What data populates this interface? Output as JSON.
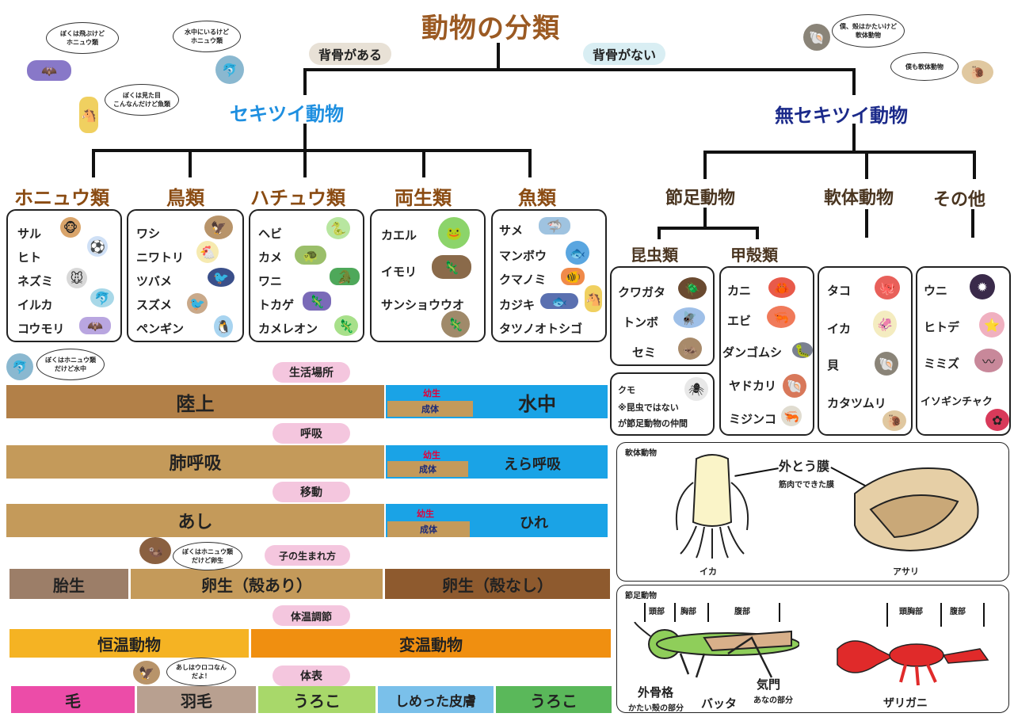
{
  "title": "動物の分類",
  "spine": {
    "label": "背骨がある",
    "no_label": "背骨がない"
  },
  "vertebrates": "セキツイ動物",
  "invertebrates": "無セキツイ動物",
  "bubbles": {
    "bat": "ぼくは飛ぶけど\nホニュウ類",
    "dolphin": "水中にいるけど\nホニュウ類",
    "seahorse": "ぼくは見た目\nこんなんだけど魚類",
    "shell": "僕、殻はかたいけど\n軟体動物",
    "snail": "僕も軟体動物",
    "dolphin2": "ぼくはホニュウ類\nだけど水中",
    "platypus": "ぼくはホニュウ類\nだけど卵生",
    "eagle": "あしはウロコなん\nだよ！"
  },
  "classes": [
    {
      "name": "ホニュウ類",
      "items": [
        "サル",
        "ヒト",
        "ネズミ",
        "イルカ",
        "コウモリ"
      ]
    },
    {
      "name": "鳥類",
      "items": [
        "ワシ",
        "ニワトリ",
        "ツバメ",
        "スズメ",
        "ペンギン"
      ]
    },
    {
      "name": "ハチュウ類",
      "items": [
        "ヘビ",
        "カメ",
        "ワニ",
        "トカゲ",
        "カメレオン"
      ]
    },
    {
      "name": "両生類",
      "items": [
        "カエル",
        "イモリ",
        "サンショウウオ"
      ]
    },
    {
      "name": "魚類",
      "items": [
        "サメ",
        "マンボウ",
        "クマノミ",
        "カジキ",
        "タツノオトシゴ"
      ]
    }
  ],
  "inv_groups": {
    "arthropod": "節足動物",
    "mollusk": "軟体動物",
    "other": "その他",
    "insect": "昆虫類",
    "crustacean": "甲殻類"
  },
  "insects": [
    "クワガタ",
    "トンボ",
    "セミ"
  ],
  "spider": {
    "name": "クモ",
    "note1": "※昆虫ではない",
    "note2": "が節足動物の仲間"
  },
  "crustaceans": [
    "カニ",
    "エビ",
    "ダンゴムシ",
    "ヤドカリ",
    "ミジンコ"
  ],
  "mollusks": [
    "タコ",
    "イカ",
    "貝",
    "カタツムリ"
  ],
  "others": [
    "ウニ",
    "ヒトデ",
    "ミミズ",
    "イソギンチャク"
  ],
  "mollusk_panel": {
    "label": "軟体動物",
    "mantle": "外とう膜",
    "mantle_note": "筋肉でできた膜",
    "squid": "イカ",
    "clam": "アサリ"
  },
  "arthropod_panel": {
    "label": "節足動物",
    "head": "頭部",
    "thorax": "胸部",
    "abdomen": "腹部",
    "cephalothorax": "頭胸部",
    "abdomen2": "腹部",
    "exo": "外骨格",
    "exo_note": "かたい殻の部分",
    "grasshopper": "バッタ",
    "spiracle": "気門",
    "spiracle_note": "あなの部分",
    "crayfish": "ザリガニ"
  },
  "traits": {
    "habitat": {
      "label": "生活場所",
      "land": "陸上",
      "water": "水中",
      "young": "幼生",
      "adult": "成体"
    },
    "breathing": {
      "label": "呼吸",
      "lung": "肺呼吸",
      "gill": "えら呼吸",
      "young": "幼生",
      "adult": "成体"
    },
    "movement": {
      "label": "移動",
      "legs": "あし",
      "fins": "ひれ",
      "young": "幼生",
      "adult": "成体"
    },
    "birth": {
      "label": "子の生まれ方",
      "vivi": "胎生",
      "shell": "卵生（殻あり）",
      "noshell": "卵生（殻なし）"
    },
    "temp": {
      "label": "体温調節",
      "warm": "恒温動物",
      "cold": "変温動物"
    },
    "surface": {
      "label": "体表",
      "hair": "毛",
      "feather": "羽毛",
      "scale": "うろこ",
      "skin": "しめった皮膚",
      "scale2": "うろこ"
    }
  },
  "colors": {
    "land": "#c49a5a",
    "water": "#1aa3e6",
    "pink": "#f4c6de",
    "warm": "#f5b323",
    "cold": "#f08f10",
    "brown": "#9b5a23"
  }
}
